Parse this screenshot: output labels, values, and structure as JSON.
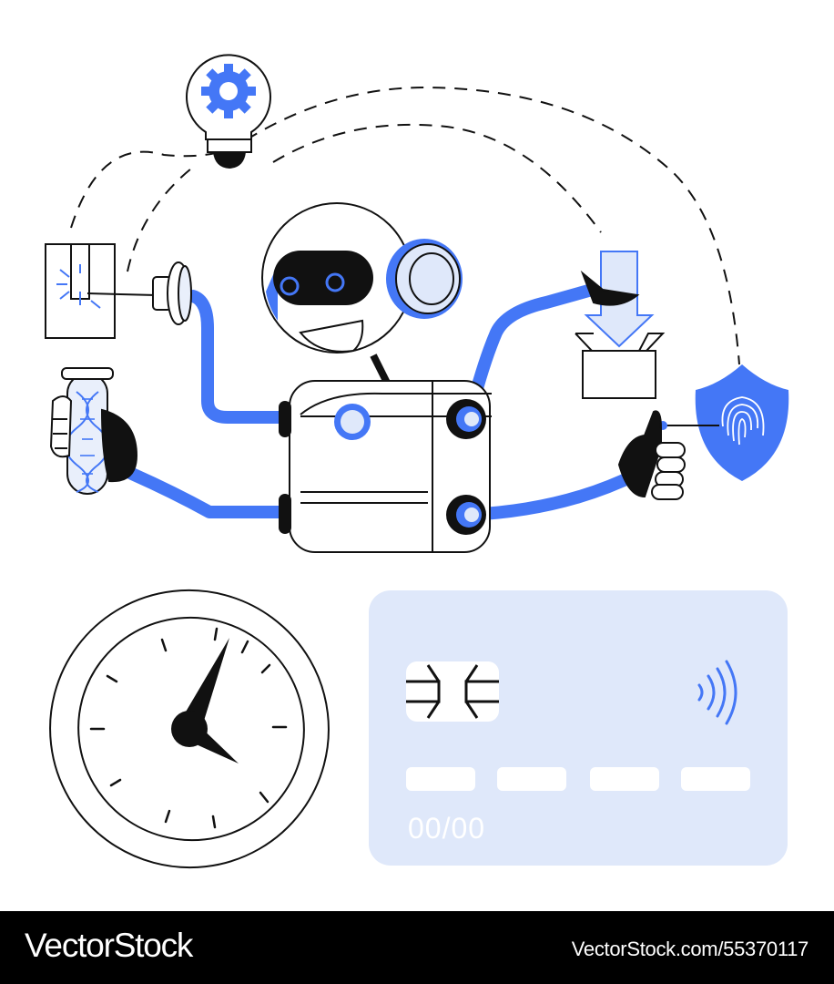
{
  "palette": {
    "blue": "#4477f6",
    "light_blue": "#dfe8fa",
    "pale_blue": "#e9effb",
    "ink": "#111111",
    "white": "#ffffff"
  },
  "illustration": {
    "card_expiry": "00/00",
    "icons": [
      "robot",
      "lightbulb-gear",
      "test-tube-dna",
      "laser-device",
      "package-box-download",
      "shield-fingerprint",
      "thumbs-up-hand",
      "wall-clock",
      "credit-card",
      "contactless-symbol"
    ]
  },
  "footer": {
    "brand": "VectorStock",
    "image_id": "VectorStock.com/55370117"
  }
}
